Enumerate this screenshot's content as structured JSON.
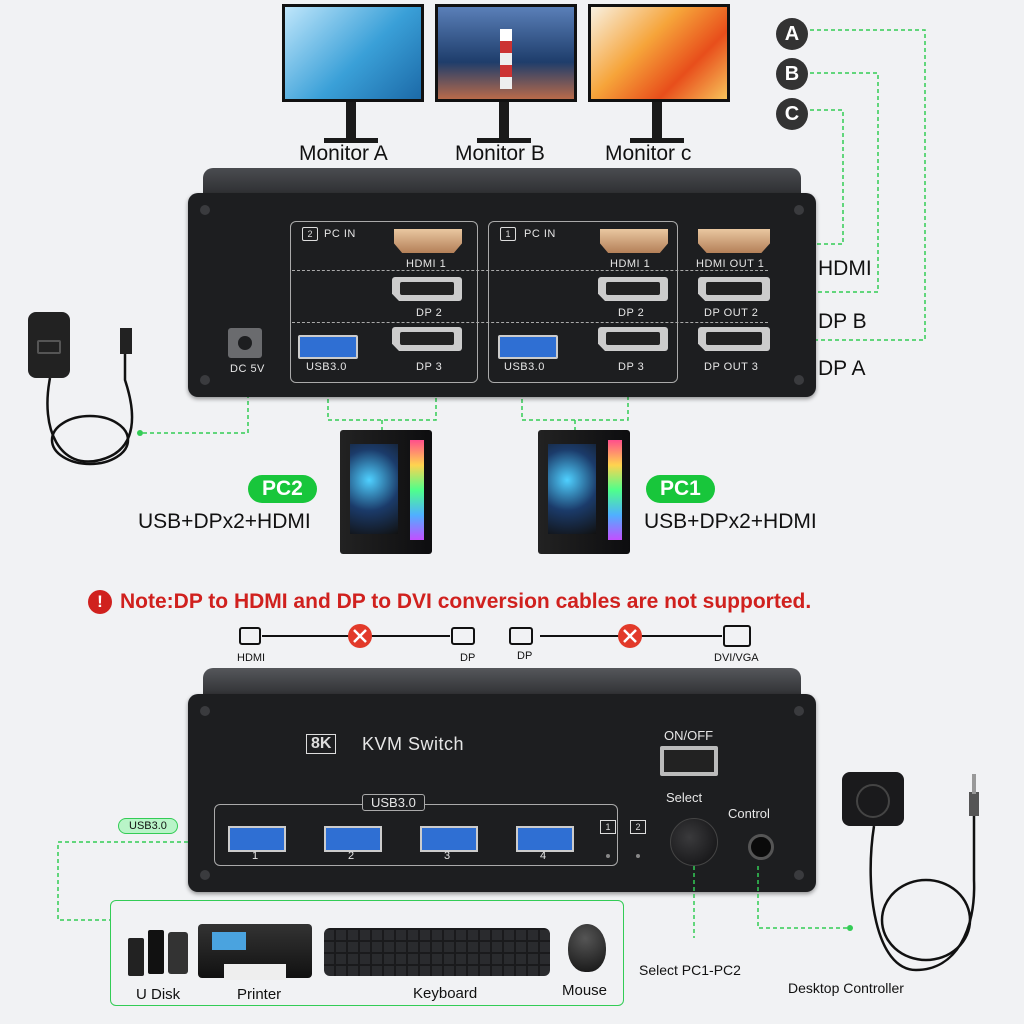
{
  "monitors": [
    {
      "label": "Monitor A",
      "screen": "#5fb3e0"
    },
    {
      "label": "Monitor B",
      "screen": "#1e3d6b"
    },
    {
      "label": "Monitor c",
      "screen": "#f08b21"
    }
  ],
  "markers": [
    "A",
    "B",
    "C"
  ],
  "output_labels": {
    "hdmi": "HDMI",
    "dpb": "DP B",
    "dpa": "DP A"
  },
  "rear_panel": {
    "group2": {
      "tag": "2",
      "title": "PC IN",
      "hdmi": "HDMI 1",
      "dp2": "DP 2",
      "usb": "USB3.0",
      "dp3": "DP 3"
    },
    "group1": {
      "tag": "1",
      "title": "PC IN",
      "hdmi": "HDMI 1",
      "dp2": "DP 2",
      "usb": "USB3.0",
      "dp3": "DP 3"
    },
    "outputs": {
      "out1": "HDMI OUT 1",
      "out2": "DP OUT 2",
      "out3": "DP OUT 3"
    },
    "power": "DC 5V"
  },
  "pcs": [
    {
      "badge": "PC2",
      "sub": "USB+DPx2+HDMI"
    },
    {
      "badge": "PC1",
      "sub": "USB+DPx2+HDMI"
    }
  ],
  "note": {
    "text": "Note:DP to HDMI and DP to DVI conversion cables are not supported."
  },
  "cables": {
    "left_a": "HDMI",
    "left_b": "DP",
    "right_a": "DP",
    "right_b": "DVI/VGA"
  },
  "front_panel": {
    "badge": "8K",
    "title": "KVM Switch",
    "power_switch": "ON/OFF",
    "usb_group": "USB3.0",
    "usb_ports": [
      "1",
      "2",
      "3",
      "4"
    ],
    "select": "Select",
    "control": "Control",
    "indicators": [
      "1",
      "2"
    ]
  },
  "usb_tag": "USB3.0",
  "devices": [
    "U Disk",
    "Printer",
    "Keyboard",
    "Mouse"
  ],
  "select_caption": "Select PC1-PC2",
  "controller_caption": "Desktop Controller",
  "colors": {
    "accent_green": "#18c63b",
    "warning_red": "#d0211e",
    "panel": "#1d1e20"
  }
}
